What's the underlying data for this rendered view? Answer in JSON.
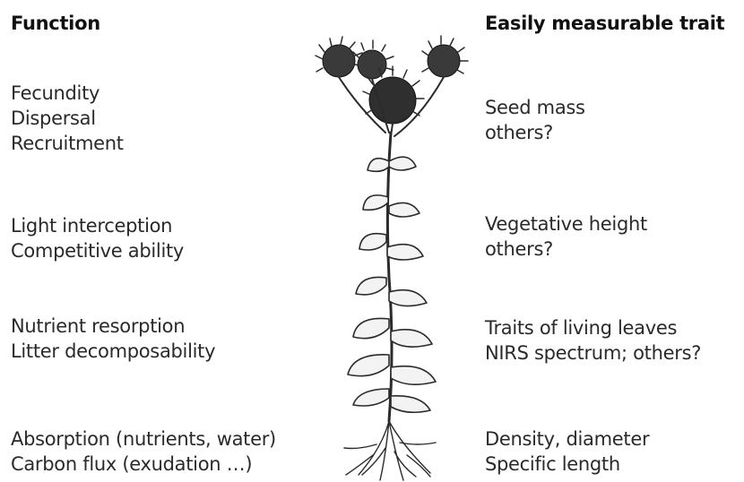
{
  "headers": {
    "left": "Function",
    "right": "Easily measurable trait"
  },
  "functions": [
    {
      "id": "reproduction",
      "lines": [
        "Fecundity",
        "Dispersal",
        "Recruitment"
      ]
    },
    {
      "id": "light",
      "lines": [
        "Light interception",
        "Competitive ability"
      ]
    },
    {
      "id": "nutrients",
      "lines": [
        "Nutrient resorption",
        "Litter decomposability"
      ]
    },
    {
      "id": "roots",
      "lines": [
        "Absorption (nutrients, water)",
        "Carbon flux (exudation …)"
      ]
    }
  ],
  "traits": [
    {
      "id": "reproduction",
      "lines": [
        "Seed mass",
        "others?"
      ]
    },
    {
      "id": "light",
      "lines": [
        "Vegetative height",
        "others?"
      ]
    },
    {
      "id": "nutrients",
      "lines": [
        "Traits of living leaves",
        "NIRS spectrum; others?"
      ]
    },
    {
      "id": "roots",
      "lines": [
        "Density, diameter",
        "Specific length"
      ]
    }
  ],
  "illustration": {
    "subject": "plant-illustration",
    "color": "#2b2b2b"
  }
}
